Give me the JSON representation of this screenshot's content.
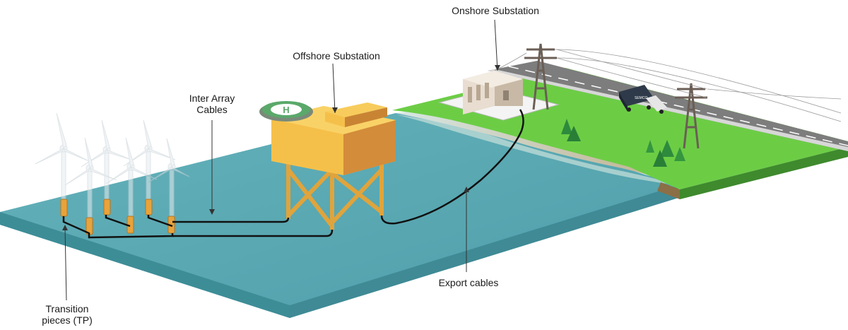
{
  "labels": {
    "onshore_substation": "Onshore Substation",
    "offshore_substation": "Offshore Substation",
    "inter_array_line1": "Inter Array",
    "inter_array_line2": "Cables",
    "export_cables": "Export cables",
    "transition_line1": "Transition",
    "transition_line2": "pieces (TP)"
  },
  "helipad_letter": "H",
  "truck_brand": "SEMCO",
  "colors": {
    "sea": "#5aa9b3",
    "sea_edge": "#3f8a95",
    "land": "#6ccd45",
    "land_edge": "#3e8a2d",
    "road": "#808080",
    "platform": "#f5c04a",
    "platform_shadow": "#d38c3a",
    "transition_piece": "#e8a33c",
    "cable": "#111111",
    "helipad": "#5aa96a"
  },
  "icons": [
    "wind-turbine-icon",
    "pylon-icon",
    "truck-icon",
    "tree-icon",
    "building-icon",
    "helipad-icon"
  ]
}
